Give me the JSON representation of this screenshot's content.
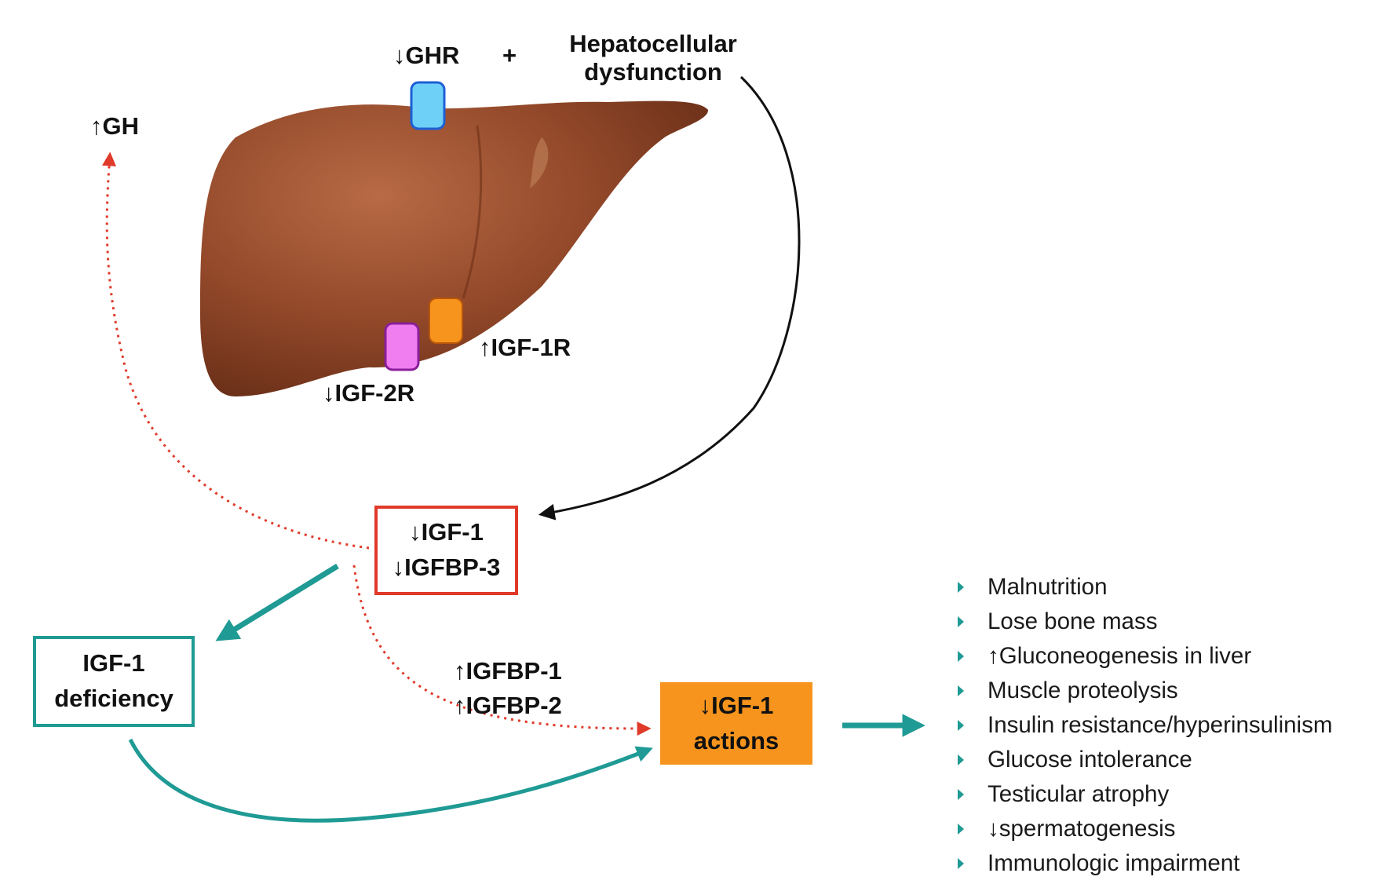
{
  "liver": {
    "gh_receptor": "↓GHR",
    "plus": "+",
    "hepatocellular_line1": "Hepatocellular",
    "hepatocellular_line2": "dysfunction",
    "igf1r": "↑IGF-1R",
    "igf2r": "↓IGF-2R"
  },
  "gh": "↑GH",
  "igf1_box": {
    "line1": "↓IGF-1",
    "line2": "↓IGFBP-3"
  },
  "deficiency_box": {
    "line1": "IGF-1",
    "line2": "deficiency"
  },
  "igfbp": {
    "line1": "↑IGFBP-1",
    "line2": "↑IGFBP-2"
  },
  "actions_box": {
    "line1": "↓IGF-1",
    "line2": "actions"
  },
  "effects": [
    "Malnutrition",
    "Lose bone mass",
    "↑Gluconeogenesis in liver",
    "Muscle proteolysis",
    "Insulin resistance/hyperinsulinism",
    "Glucose intolerance",
    "Testicular atrophy",
    "↓spermatogenesis",
    "Immunologic impairment"
  ],
  "colors": {
    "liver": "#8b4226",
    "red_box": "#e03a2a",
    "teal": "#1f9a94",
    "orange": "#f7941d",
    "ghr_receptor": "#6fd0f7",
    "igf1r_receptor": "#f7941d",
    "igf2r_receptor": "#f07ef0"
  }
}
